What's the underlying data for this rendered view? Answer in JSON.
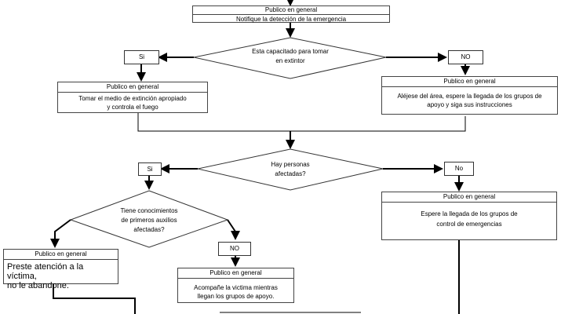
{
  "top_box": {
    "header": "Publico en general",
    "text": "Notifique la detección de la emergencia"
  },
  "decision1": {
    "text_line1": "Esta capacitado para tomar",
    "text_line2": "en extintor",
    "yes": "Si",
    "no": "NO"
  },
  "box_extinguish": {
    "header": "Publico en general",
    "line1": "Tomar el medio de extinción apropiado",
    "line2": "y controla el fuego"
  },
  "box_leave": {
    "header": "Publico en general",
    "line1": "Aléjese del  área, espere la llegada de los grupos de",
    "line2": "apoyo y siga sus instrucciones"
  },
  "decision2": {
    "text_line1": "Hay personas",
    "text_line2": "afectadas?",
    "yes": "Si",
    "no": "No"
  },
  "box_wait_groups": {
    "header": "Publico en general",
    "line1": "Espere la llegada de los grupos de",
    "line2": "control de emergencias"
  },
  "decision3": {
    "text_line1": "Tiene conocimientos",
    "text_line2": "de primeros auxilios",
    "text_line3": "afectadas?",
    "no": "NO"
  },
  "box_assist": {
    "header": "Publico en general",
    "line1": "Preste atención a la víctima,",
    "line2": "no le      abandone."
  },
  "box_accompany": {
    "header": "Publico en general",
    "line1": "Acompañe la victima mientras",
    "line2": "llegan los grupos de apoyo."
  }
}
